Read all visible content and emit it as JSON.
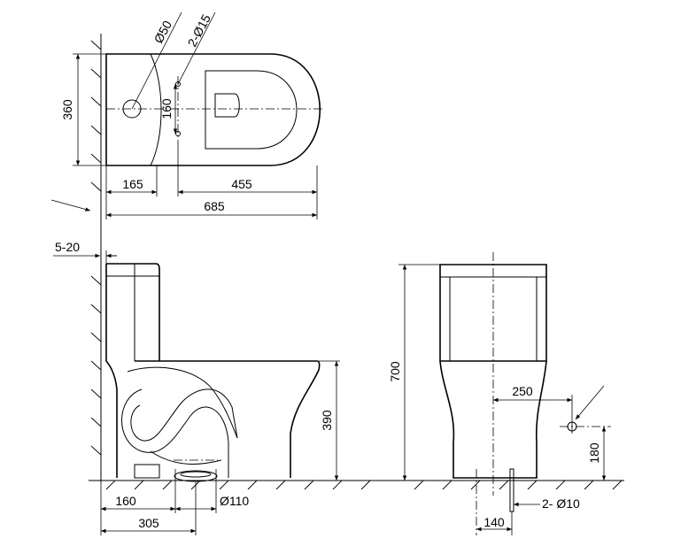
{
  "dimensions": {
    "top_diameter_50": "Ø50",
    "top_holes": "2-Ø15",
    "top_depth": "360",
    "top_hole_spacing": "160",
    "top_tank_depth": "165",
    "top_bowl_length": "455",
    "top_total_length": "685",
    "wall_gap": "5-20",
    "side_height": "390",
    "rough_in": "160",
    "outlet_diameter": "Ø110",
    "outlet_center": "305",
    "front_height": "700",
    "front_inlet_offset": "250",
    "front_inlet_height": "180",
    "front_bolts": "2- Ø10",
    "front_bolt_spacing": "140"
  },
  "icons": {
    "dimension_arrow": "arrow-icon",
    "wall_hatch": "hatch-icon"
  },
  "colors": {
    "line": "#000000",
    "background": "#ffffff"
  }
}
